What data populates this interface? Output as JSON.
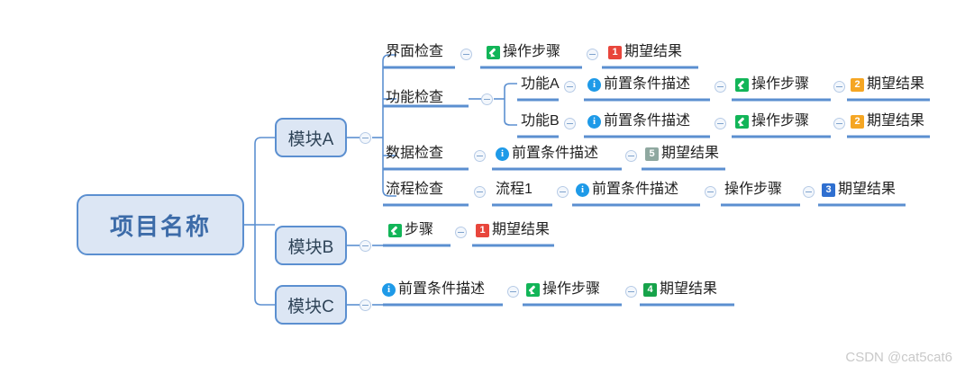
{
  "diagram": {
    "type": "mindmap",
    "watermark": "CSDN @cat5cat6",
    "colors": {
      "node_fill": "#dce6f4",
      "node_border": "#5b8fd0",
      "branch_line": "#5b8fd0",
      "underline": "#5b8fd0",
      "root_text": "#3c6ba8",
      "icon_pencil_green": "#12b558",
      "icon_info_blue": "#1e9ae8",
      "badge_red": "#e8463c",
      "badge_orange": "#f5a623",
      "badge_blue": "#2f6fd0",
      "badge_green": "#16a34a",
      "badge_gray": "#8fa8a0",
      "watermark": "#c9c9c9"
    },
    "root": {
      "label": "项目名称"
    },
    "modules": [
      {
        "id": "mod-a",
        "label": "模块A"
      },
      {
        "id": "mod-b",
        "label": "模块B"
      },
      {
        "id": "mod-c",
        "label": "模块C"
      }
    ],
    "rows": [
      {
        "id": "row-ui-check",
        "segments": [
          {
            "text": "界面检查",
            "icon": "none"
          },
          {
            "text": "操作步骤",
            "icon": "pencil-icon"
          },
          {
            "text": "期望结果",
            "icon": "badge-1",
            "badge": "1",
            "badge_color": "#e8463c"
          }
        ]
      },
      {
        "id": "row-func-a",
        "segments": [
          {
            "text": "功能检查",
            "icon": "none"
          },
          {
            "text": "功能A",
            "icon": "none"
          },
          {
            "text": "前置条件描述",
            "icon": "info-icon"
          },
          {
            "text": "操作步骤",
            "icon": "pencil-icon"
          },
          {
            "text": "期望结果",
            "icon": "badge-2",
            "badge": "2",
            "badge_color": "#f5a623"
          }
        ]
      },
      {
        "id": "row-func-b",
        "segments": [
          {
            "text": "功能B",
            "icon": "none"
          },
          {
            "text": "前置条件描述",
            "icon": "info-icon"
          },
          {
            "text": "操作步骤",
            "icon": "pencil-icon"
          },
          {
            "text": "期望结果",
            "icon": "badge-2",
            "badge": "2",
            "badge_color": "#f5a623"
          }
        ]
      },
      {
        "id": "row-data-check",
        "segments": [
          {
            "text": "数据检查",
            "icon": "none"
          },
          {
            "text": "前置条件描述",
            "icon": "info-icon"
          },
          {
            "text": "期望结果",
            "icon": "badge-5",
            "badge": "5",
            "badge_color": "#8fa8a0"
          }
        ]
      },
      {
        "id": "row-flow-check",
        "segments": [
          {
            "text": "流程检查",
            "icon": "none"
          },
          {
            "text": "流程1",
            "icon": "none"
          },
          {
            "text": "前置条件描述",
            "icon": "info-icon"
          },
          {
            "text": "操作步骤",
            "icon": "none"
          },
          {
            "text": "期望结果",
            "icon": "badge-3",
            "badge": "3",
            "badge_color": "#2f6fd0"
          }
        ]
      },
      {
        "id": "row-mod-b",
        "segments": [
          {
            "text": "步骤",
            "icon": "pencil-icon"
          },
          {
            "text": "期望结果",
            "icon": "badge-1",
            "badge": "1",
            "badge_color": "#e8463c"
          }
        ]
      },
      {
        "id": "row-mod-c",
        "segments": [
          {
            "text": "前置条件描述",
            "icon": "info-icon"
          },
          {
            "text": "操作步骤",
            "icon": "pencil-icon"
          },
          {
            "text": "期望结果",
            "icon": "badge-4",
            "badge": "4",
            "badge_color": "#16a34a"
          }
        ]
      }
    ]
  }
}
